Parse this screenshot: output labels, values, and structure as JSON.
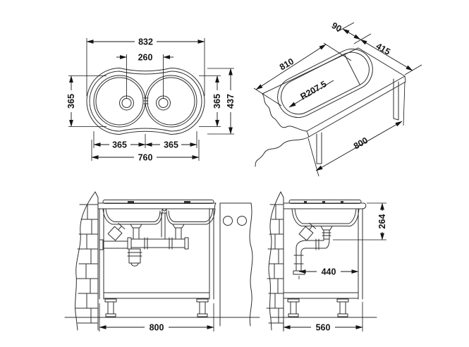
{
  "drawing": {
    "background": "#ffffff",
    "line_color": "#2e2e2e",
    "dim_color": "#141414",
    "type": "sink installation technical drawing"
  },
  "views": {
    "plan": {
      "dims": {
        "overall_length": "832",
        "drain_spacing": "260",
        "left_bowl_diameter": "365",
        "right_bowl_diameter": "365",
        "overall_width": "437",
        "left_bowl_width": "365",
        "right_bowl_width": "365",
        "bowl_span": "760"
      }
    },
    "isometric": {
      "dims": {
        "cutout_length": "810",
        "back_edge_offset": "90",
        "cutout_width": "415",
        "corner_radius": "R207.5",
        "worktop_width": "800"
      }
    },
    "front_elevation": {
      "dims": {
        "cabinet_width": "800"
      }
    },
    "side_elevation": {
      "dims": {
        "drain_height": "264",
        "trap_offset": "440",
        "cabinet_depth": "560"
      }
    }
  }
}
